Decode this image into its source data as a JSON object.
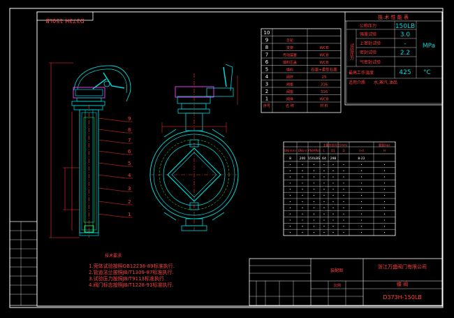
{
  "title_block_top": {
    "drawing_no_mirrored": "D373H-150LB"
  },
  "tech_params": {
    "title": "技 术 性 能 表",
    "rows": [
      {
        "label": "公称压力",
        "value": "150LB",
        "unit": ""
      },
      {
        "label": "强度试验",
        "value": "3.0",
        "unit": ""
      },
      {
        "label": "上密封试验",
        "value": "-",
        "unit": "MPa"
      },
      {
        "label": "密封试验",
        "value": "2.2",
        "unit": ""
      },
      {
        "label": "气密封试验",
        "value": "",
        "unit": ""
      },
      {
        "label": "最高工作温度",
        "value": "425",
        "unit": "°C"
      },
      {
        "label": "适用介质",
        "value": "水,蒸汽,油品",
        "unit": ""
      }
    ],
    "group_label": "试验压力"
  },
  "parts_list": {
    "rows": [
      {
        "no": "10",
        "name": "",
        "material": ""
      },
      {
        "no": "9",
        "name": "手轮",
        "material": ""
      },
      {
        "no": "8",
        "name": "支架",
        "material": "WCB"
      },
      {
        "no": "7",
        "name": "传动装置",
        "material": "WCB"
      },
      {
        "no": "6",
        "name": "填料压盖",
        "material": "WCB"
      },
      {
        "no": "5",
        "name": "填料",
        "material": "石墨+柔性石墨"
      },
      {
        "no": "4",
        "name": "阀杆",
        "material": "25"
      },
      {
        "no": "3",
        "name": "阀板",
        "material": "316"
      },
      {
        "no": "2",
        "name": "阀座",
        "material": "316"
      },
      {
        "no": "1",
        "name": "阀体",
        "material": "WCB"
      }
    ],
    "header": {
      "no": "序号",
      "name": "名 称",
      "material": "材 料"
    }
  },
  "dimension_table": {
    "header_top": "主要外形尺寸(mm)",
    "header_weight": "重量(kg)",
    "cols": [
      "DN(mm)",
      "DN(in)",
      "PN(MPa)",
      "L",
      "D1",
      "D",
      "n-d",
      "H"
    ],
    "first_row": [
      "8",
      "200",
      "150LBS",
      "64",
      "298",
      "",
      "8-22",
      ""
    ],
    "empty_rows": 12
  },
  "notes": {
    "title": "技术要求",
    "items": [
      "1.壳体试验按照GB12238-89标准执行.",
      "2.管道法兰按照JB/T1309-87标准执行.",
      "3.试验压力按照JB/T9113标准执行.",
      "4.阀门标志按照JB/T1228-91标准执行."
    ]
  },
  "leader_labels": [
    "9",
    "8",
    "7",
    "6",
    "5",
    "4",
    "3",
    "2",
    "1"
  ],
  "title_block": {
    "company": "浙江万盛阀门有限公司",
    "drawing_type": "装配图",
    "product": "蝶 阀",
    "drawing_no": "D373H-150LB",
    "scale_label": "比例"
  },
  "colors": {
    "background": "#000000",
    "frame": "#ffffff",
    "drawing": "#00d8d8",
    "red": "#ff3030",
    "text_red": "#ff4040",
    "magenta": "#ff40ff",
    "green": "#40ff40",
    "yellow": "#ffff40"
  }
}
